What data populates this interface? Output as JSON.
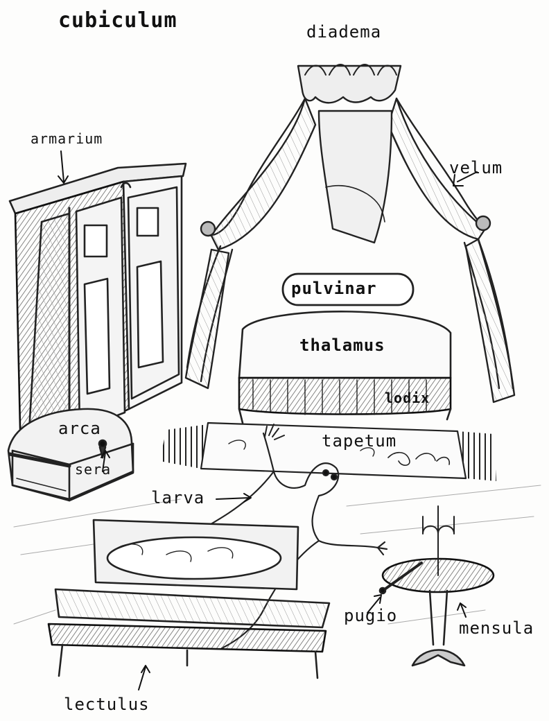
{
  "title": "cubiculum",
  "labels": {
    "diadema": "diadema",
    "armarium": "armarium",
    "velum": "velum",
    "pulvinar": "pulvinar",
    "thalamus": "thalamus",
    "lodix": "lodix",
    "tapetum": "tapetum",
    "arca": "arca",
    "sera": "sera",
    "larva": "larva",
    "pugio": "pugio",
    "mensula": "mensula",
    "lectulus": "lectulus"
  },
  "colors": {
    "ink": "#111111",
    "pencil": "#333333",
    "shade": "#777777",
    "paper": "#fdfdfc"
  }
}
